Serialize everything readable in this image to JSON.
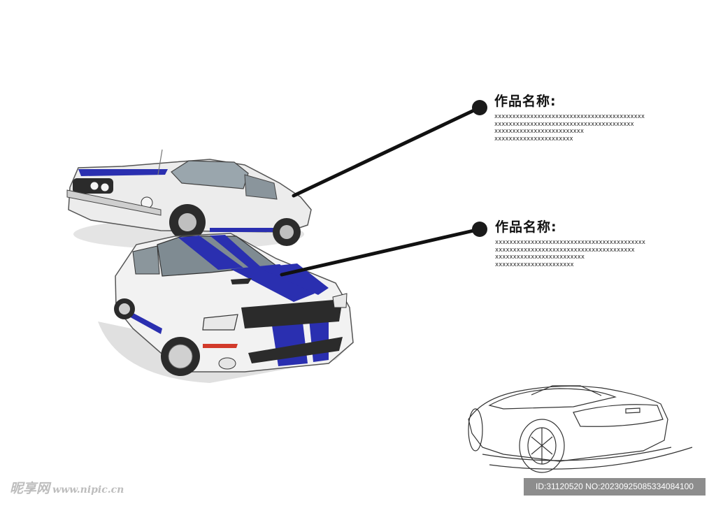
{
  "entries": [
    {
      "title": "作品名称:",
      "lines": [
        "xxxxxxxxxxxxxxxxxxxxxxxxxxxxxxxxxxxxxxxxxx",
        "xxxxxxxxxxxxxxxxxxxxxxxxxxxxxxxxxxxxxxx",
        "xxxxxxxxxxxxxxxxxxxxxxxxx",
        "xxxxxxxxxxxxxxxxxxxxxx"
      ]
    },
    {
      "title": "作品名称:",
      "lines": [
        "xxxxxxxxxxxxxxxxxxxxxxxxxxxxxxxxxxxxxxxxxx",
        "xxxxxxxxxxxxxxxxxxxxxxxxxxxxxxxxxxxxxxx",
        "xxxxxxxxxxxxxxxxxxxxxxxxx",
        "xxxxxxxxxxxxxxxxxxxxxx"
      ]
    }
  ],
  "watermark": {
    "brand": "昵享网",
    "url": "www.nipic.cn"
  },
  "id_bar": "ID:31120520 NO:20230925085334084100",
  "colors": {
    "stripe_blue": "#2a2fb0",
    "car_body": "#ececec",
    "leader_line": "#111111",
    "id_bar_bg": "#8d8d8d"
  }
}
